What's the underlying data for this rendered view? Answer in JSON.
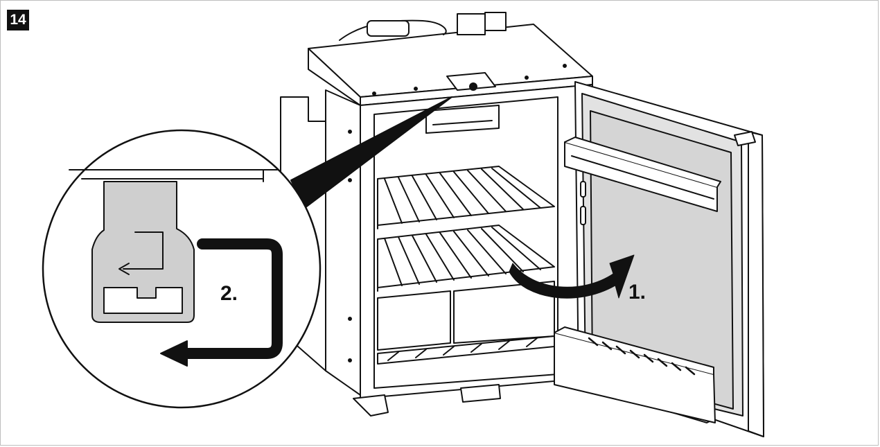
{
  "figure": {
    "step_number": "14",
    "labels": {
      "step_one": "1.",
      "step_two": "2."
    },
    "icons": {
      "rotate_arrow": "curved-arrow-icon",
      "hinge_arrow": "return-arrow-icon"
    },
    "colors": {
      "line": "#111111",
      "panel_fill": "#d9d9d9",
      "bracket_fill": "#cfcfcf",
      "badge_bg": "#111111"
    }
  }
}
